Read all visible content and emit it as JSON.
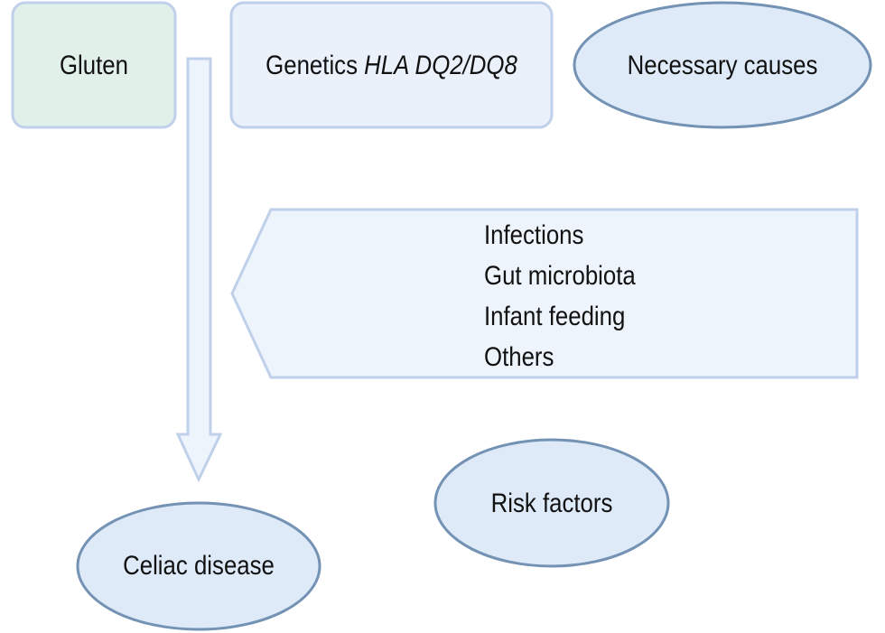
{
  "nodes": {
    "gluten": "Gluten",
    "genetics_prefix": "Genetics",
    "genetics_gene": "HLA DQ2/DQ8",
    "necessary_causes": "Necessary causes",
    "celiac_disease": "Celiac disease",
    "risk_factors": "Risk factors"
  },
  "risk_factor_list": [
    "Infections",
    "Gut microbiota",
    "Infant feeding",
    "Others"
  ],
  "colors": {
    "green_fill": "#e2f0ea",
    "blue_fill": "#eaf1fb",
    "ellipse_fill": "#deeaf8",
    "box_stroke": "#bfd0ea",
    "ellipse_stroke": "#7392b4",
    "text": "#111111"
  }
}
